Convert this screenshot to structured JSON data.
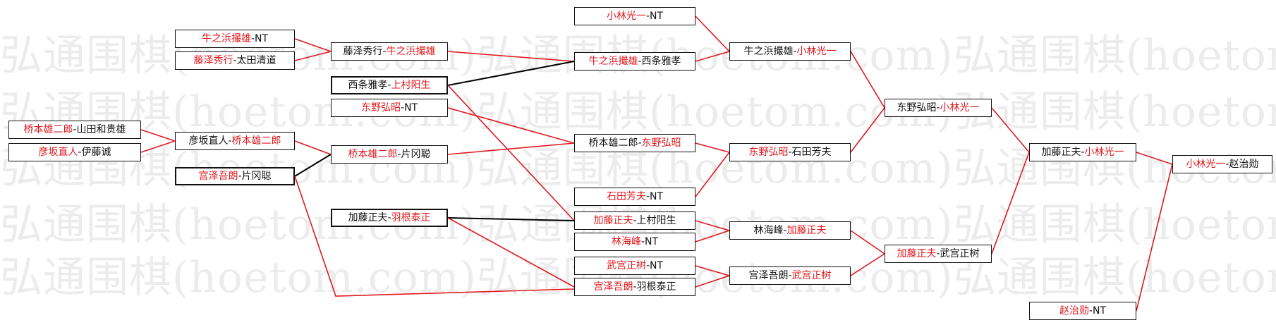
{
  "watermark": "弘通围棋(hoetom.com)",
  "colors": {
    "winner": "#e0191f",
    "line_red": "#e0191f",
    "line_black": "#000000"
  },
  "matches": [
    {
      "id": "m1",
      "winner": "牛之浜撮雄",
      "loser": "NT",
      "thick": false
    },
    {
      "id": "m2",
      "winner": "藤泽秀行",
      "loser": "太田清道",
      "thick": false
    },
    {
      "id": "m3",
      "winner": "桥本雄二郎",
      "loser": "山田和贵雄",
      "thick": false
    },
    {
      "id": "m4",
      "winner": "彦坂直人",
      "loser": "伊藤诚",
      "thick": false
    },
    {
      "id": "m5",
      "first": "藤泽秀行",
      "winner": "牛之浜撮雄",
      "thick": false
    },
    {
      "id": "m6",
      "first": "彦坂直人",
      "winner": "桥本雄二郎",
      "thick": false
    },
    {
      "id": "m7",
      "winner": "宫泽吾朗",
      "loser": "片冈聪",
      "thick": true
    },
    {
      "id": "m8",
      "first": "西条雅孝",
      "winner": "上村阳生",
      "thick": true
    },
    {
      "id": "m9",
      "winner": "东野弘昭",
      "loser": "NT",
      "thick": false
    },
    {
      "id": "m10",
      "winner": "桥本雄二郎",
      "loser": "片冈聪",
      "thick": false
    },
    {
      "id": "m11",
      "first": "加藤正夫",
      "winner": "羽根泰正",
      "thick": true
    },
    {
      "id": "m12",
      "winner": "小林光一",
      "loser": "NT",
      "thick": false
    },
    {
      "id": "m13",
      "winner": "牛之浜撮雄",
      "loser": "西条雅孝",
      "thick": false
    },
    {
      "id": "m14",
      "first": "桥本雄二郎",
      "winner": "东野弘昭",
      "thick": false
    },
    {
      "id": "m15",
      "winner": "石田芳夫",
      "loser": "NT",
      "thick": false
    },
    {
      "id": "m16",
      "winner": "加藤正夫",
      "loser": "上村阳生",
      "thick": false
    },
    {
      "id": "m17",
      "winner": "林海峰",
      "loser": "NT",
      "thick": false
    },
    {
      "id": "m18",
      "winner": "武宫正树",
      "loser": "NT",
      "thick": false
    },
    {
      "id": "m19",
      "winner": "宫泽吾朗",
      "loser": "羽根泰正",
      "thick": false
    },
    {
      "id": "m20",
      "first": "牛之浜撮雄",
      "winner": "小林光一",
      "thick": false
    },
    {
      "id": "m21",
      "winner": "东野弘昭",
      "loser": "石田芳夫",
      "thick": false
    },
    {
      "id": "m22",
      "first": "林海峰",
      "winner": "加藤正夫",
      "thick": false
    },
    {
      "id": "m23",
      "first": "宫泽吾朗",
      "winner": "武宫正树",
      "thick": false
    },
    {
      "id": "m24",
      "first": "东野弘昭",
      "winner": "小林光一",
      "thick": false
    },
    {
      "id": "m25",
      "winner": "加藤正夫",
      "loser": "武宫正树",
      "thick": false
    },
    {
      "id": "m26",
      "first": "加藤正夫",
      "winner": "小林光一",
      "thick": false
    },
    {
      "id": "m27",
      "winner": "赵治勋",
      "loser": "NT",
      "thick": false
    },
    {
      "id": "m28",
      "winner": "小林光一",
      "loser": "赵治勋",
      "thick": false
    }
  ],
  "links": [
    {
      "from": "m1",
      "to": "m5",
      "color": "red"
    },
    {
      "from": "m2",
      "to": "m5",
      "color": "red"
    },
    {
      "from": "m3",
      "to": "m6",
      "color": "red"
    },
    {
      "from": "m4",
      "to": "m6",
      "color": "red"
    },
    {
      "from": "m5",
      "to": "m13",
      "color": "red"
    },
    {
      "from": "m8",
      "to": "m13",
      "color": "black"
    },
    {
      "from": "m8",
      "to": "m16",
      "color": "red"
    },
    {
      "from": "m6",
      "to": "m10",
      "color": "red"
    },
    {
      "from": "m7",
      "to": "m10",
      "color": "black"
    },
    {
      "from": "m7",
      "to": "m19",
      "color": "red",
      "route": "elbow"
    },
    {
      "from": "m9",
      "to": "m14",
      "color": "red"
    },
    {
      "from": "m10",
      "to": "m14",
      "color": "red"
    },
    {
      "from": "m11",
      "to": "m16",
      "color": "black"
    },
    {
      "from": "m11",
      "to": "m19",
      "color": "red"
    },
    {
      "from": "m12",
      "to": "m20",
      "color": "red"
    },
    {
      "from": "m13",
      "to": "m20",
      "color": "red"
    },
    {
      "from": "m14",
      "to": "m21",
      "color": "red"
    },
    {
      "from": "m15",
      "to": "m21",
      "color": "red"
    },
    {
      "from": "m16",
      "to": "m22",
      "color": "red"
    },
    {
      "from": "m17",
      "to": "m22",
      "color": "red"
    },
    {
      "from": "m18",
      "to": "m23",
      "color": "red"
    },
    {
      "from": "m19",
      "to": "m23",
      "color": "red"
    },
    {
      "from": "m20",
      "to": "m24",
      "color": "red"
    },
    {
      "from": "m21",
      "to": "m24",
      "color": "red"
    },
    {
      "from": "m22",
      "to": "m25",
      "color": "red"
    },
    {
      "from": "m23",
      "to": "m25",
      "color": "red"
    },
    {
      "from": "m24",
      "to": "m26",
      "color": "red"
    },
    {
      "from": "m25",
      "to": "m26",
      "color": "red"
    },
    {
      "from": "m26",
      "to": "m28",
      "color": "red"
    },
    {
      "from": "m27",
      "to": "m28",
      "color": "red"
    }
  ]
}
